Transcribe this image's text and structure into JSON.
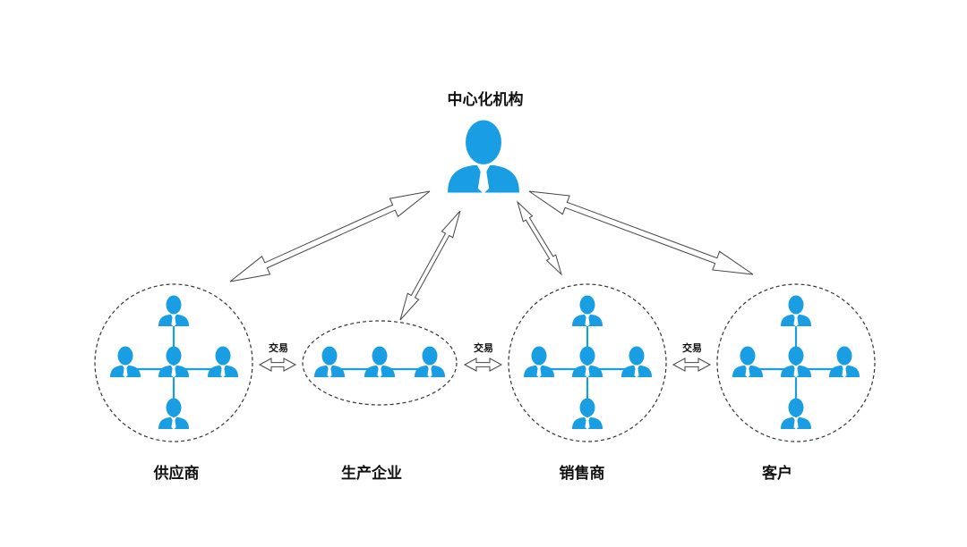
{
  "diagram": {
    "center_label": "中心化机构",
    "trade_label": "交易",
    "groups": [
      {
        "label": "供应商"
      },
      {
        "label": "生产企业"
      },
      {
        "label": "销售商"
      },
      {
        "label": "客户"
      }
    ],
    "colors": {
      "person": "#1a9ee3",
      "line": "#1a9ee3",
      "dashed": "#333333",
      "arrow": "#444444"
    }
  }
}
